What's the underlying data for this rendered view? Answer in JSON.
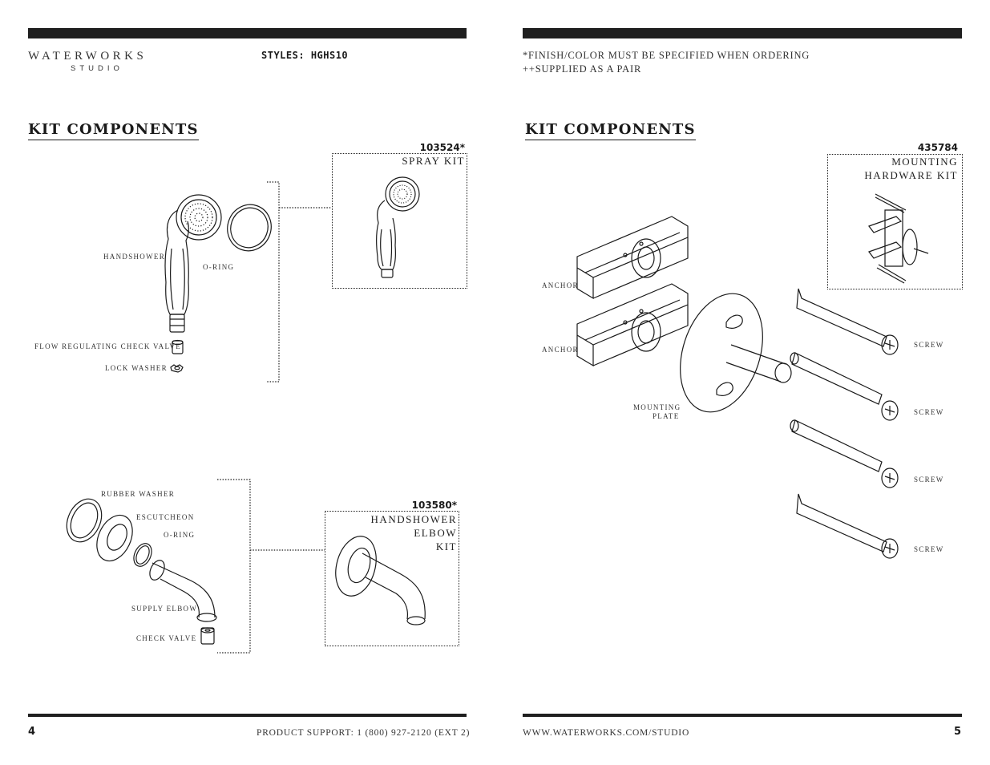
{
  "left_page": {
    "brand": "WATERWORKS",
    "brand_sub": "STUDIO",
    "styles_label": "STYLES:",
    "styles_value": "HGHS10",
    "heading": "KIT COMPONENTS",
    "spray_kit": {
      "code": "103524*",
      "name": "SPRAY KIT",
      "labels": {
        "handshower": "HANDSHOWER",
        "o_ring": "O-RING",
        "flow_valve": "FLOW REGULATING CHECK VALVE",
        "lock_washer": "LOCK WASHER"
      }
    },
    "elbow_kit": {
      "code": "103580*",
      "name_line1": "HANDSHOWER ELBOW",
      "name_line2": "KIT",
      "labels": {
        "rubber_washer": "RUBBER WASHER",
        "escutcheon": "ESCUTCHEON",
        "o_ring": "O-RING",
        "supply_elbow": "SUPPLY ELBOW",
        "check_valve": "CHECK VALVE"
      }
    },
    "page_number": "4",
    "footer": "PRODUCT SUPPORT: 1 (800) 927-2120 (EXT 2)"
  },
  "right_page": {
    "note_line1": "*FINISH/COLOR MUST BE SPECIFIED WHEN ORDERING",
    "note_line2": "++SUPPLIED AS A PAIR",
    "heading": "KIT COMPONENTS",
    "mounting_kit": {
      "code": "435784",
      "name_line1": "MOUNTING",
      "name_line2": "HARDWARE KIT",
      "labels": {
        "anchor_1": "ANCHOR",
        "anchor_2": "ANCHOR",
        "mounting_1": "MOUNTING",
        "mounting_2": "PLATE",
        "screw_1": "SCREW",
        "screw_2": "SCREW",
        "screw_3": "SCREW",
        "screw_4": "SCREW"
      }
    },
    "page_number": "5",
    "footer": "WWW.WATERWORKS.COM/STUDIO"
  }
}
